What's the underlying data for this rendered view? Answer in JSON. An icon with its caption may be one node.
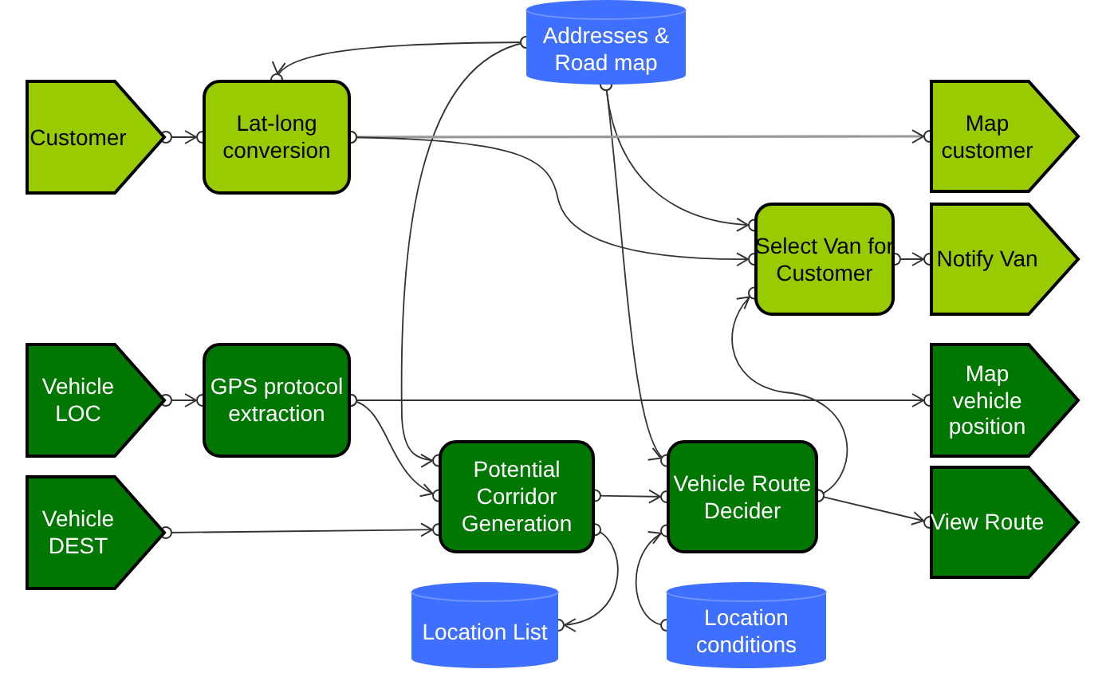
{
  "diagram": {
    "nodes": [
      {
        "text": [
          "Customer"
        ]
      },
      {
        "text": [
          "Lat-long conversion"
        ]
      },
      {
        "text": [
          "Addresses & Road map"
        ]
      },
      {
        "text": [
          "Map customer"
        ]
      },
      {
        "text": [
          "Select Van for Customer"
        ]
      },
      {
        "text": [
          "Notify Van"
        ]
      },
      {
        "text": [
          "Vehicle LOC"
        ]
      },
      {
        "text": [
          "GPS protocol extraction"
        ]
      },
      {
        "text": [
          "Map vehicle position"
        ]
      },
      {
        "text": [
          "Vehicle DEST"
        ]
      },
      {
        "text": [
          "Potential Corridor Generation"
        ]
      },
      {
        "text": [
          "Vehicle Route Decider"
        ]
      },
      {
        "text": [
          "View Route"
        ]
      },
      {
        "text": [
          "Location List"
        ]
      },
      {
        "text": [
          "Location conditions"
        ]
      }
    ],
    "edges": [
      {
        "from": 0,
        "to": 1,
        "arrow": "to"
      },
      {
        "from": 2,
        "to": 1,
        "arrow": "to"
      },
      {
        "from": 2,
        "to": 10,
        "arrow": "to"
      },
      {
        "from": 2,
        "to": 4,
        "arrow": "to"
      },
      {
        "from": 2,
        "to": 11,
        "arrow": "to"
      },
      {
        "from": 1,
        "to": 3,
        "arrow": "to",
        "color": "#999999"
      },
      {
        "from": 1,
        "to": 4,
        "arrow": "to"
      },
      {
        "from": 4,
        "to": 5,
        "arrow": "to"
      },
      {
        "from": 11,
        "to": 4,
        "arrow": "to"
      },
      {
        "from": 6,
        "to": 7,
        "arrow": "to"
      },
      {
        "from": 7,
        "to": 8,
        "arrow": "to"
      },
      {
        "from": 7,
        "to": 10,
        "arrow": "to"
      },
      {
        "from": 9,
        "to": 10,
        "arrow": "to"
      },
      {
        "from": 10,
        "to": 11,
        "arrow": "to"
      },
      {
        "from": 10,
        "to": 13,
        "arrow": "to"
      },
      {
        "from": 14,
        "to": 11,
        "arrow": "to"
      },
      {
        "from": 11,
        "to": 12,
        "arrow": "to"
      }
    ]
  }
}
